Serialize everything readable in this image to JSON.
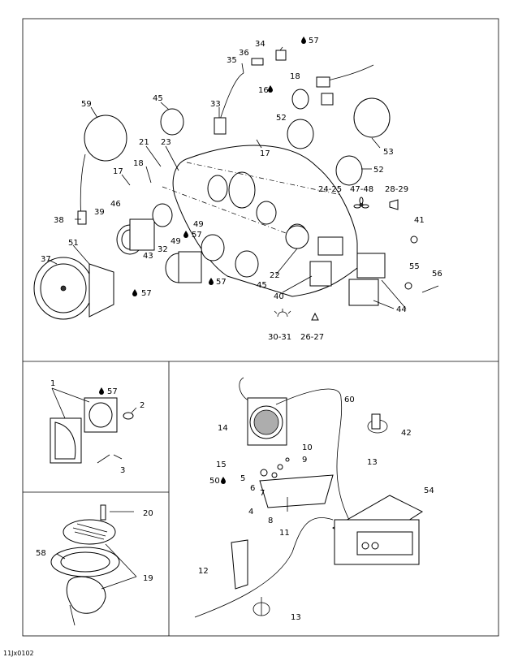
{
  "figure_ref": "11Jx0102",
  "labels": {
    "l59": "59",
    "l45a": "45",
    "l33": "33",
    "l35": "35",
    "l36": "36",
    "l34": "34",
    "l57a": "57",
    "l16": "16",
    "l18a": "18",
    "l53": "53",
    "l52a": "52",
    "l21": "21",
    "l23": "23",
    "l17a": "17",
    "l17b": "17",
    "l18b": "18",
    "l52b": "52",
    "l2425": "24-25",
    "l4748": "47-48",
    "l2829": "28-29",
    "l46": "46",
    "l39": "39",
    "l38": "38",
    "l51": "51",
    "l49a": "49",
    "l49b": "49",
    "l57b": "57",
    "l43": "43",
    "l32": "32",
    "l57c": "57",
    "l37": "37",
    "l57d": "57",
    "l45b": "45",
    "l22": "22",
    "l40": "40",
    "l41": "41",
    "l55": "55",
    "l56": "56",
    "l44": "44",
    "l3031": "30-31",
    "l2627": "26-27",
    "l1": "1",
    "l57e": "57",
    "l2": "2",
    "l3": "3",
    "l20": "20",
    "l58": "58",
    "l19": "19",
    "l60": "60",
    "l14": "14",
    "l42": "42",
    "l13a": "13",
    "l10": "10",
    "l9": "9",
    "l15": "15",
    "l5": "5",
    "l50": "50",
    "l6": "6",
    "l7": "7",
    "l54": "54",
    "l4": "4",
    "l8": "8",
    "l11": "11",
    "l12": "12",
    "l13b": "13"
  },
  "icons": {
    "drop": "oil-drop-icon",
    "fan": "fan-icon",
    "light": "light-icon",
    "horn": "horn-icon"
  }
}
